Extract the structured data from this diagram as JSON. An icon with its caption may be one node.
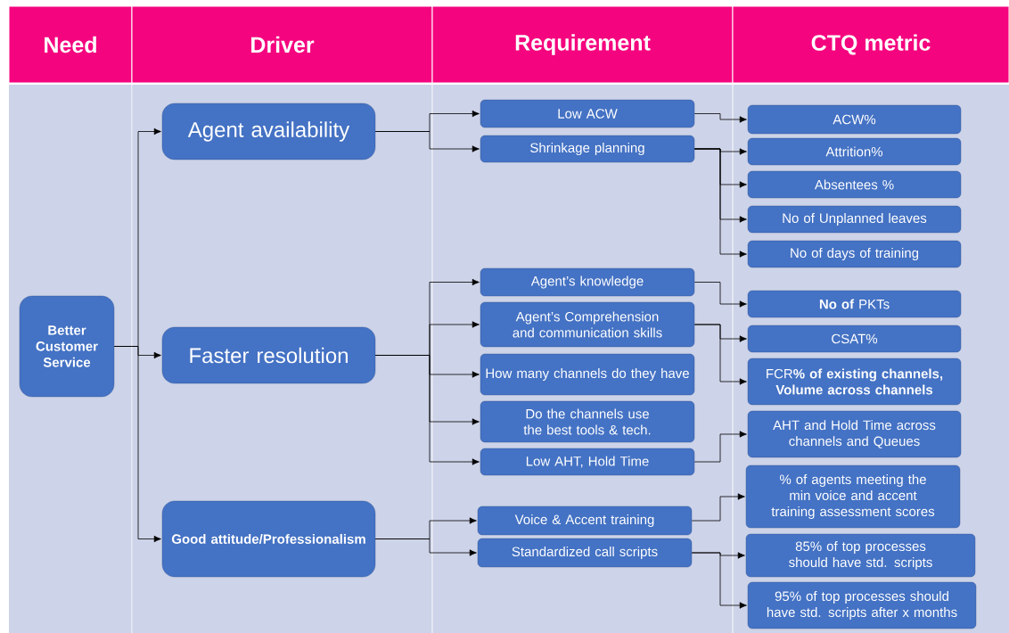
{
  "diagram": {
    "nodes": [
      {
        "text": [
          "Better Customer Service"
        ]
      },
      {
        "text": [
          "Agent availability"
        ]
      },
      {
        "text": [
          "Faster resolution"
        ]
      },
      {
        "text": [
          "Good attitude/Professionalism"
        ]
      },
      {
        "text": [
          "Low ACW"
        ]
      },
      {
        "text": [
          "Shrinkage planning"
        ]
      },
      {
        "text": [
          "Agent’s knowledge"
        ]
      },
      {
        "text": [
          "Agent’s Comprehension and communication skills"
        ]
      },
      {
        "text": [
          "How many channels do they have"
        ]
      },
      {
        "text": [
          "Do the channels use the best tools & tech."
        ]
      },
      {
        "text": [
          "Low AHT, Hold Time"
        ]
      },
      {
        "text": [
          "Voice & Accent training"
        ]
      },
      {
        "text": [
          "Standardized call scripts"
        ]
      },
      {
        "text": [
          "ACW%"
        ]
      },
      {
        "text": [
          "Attrition%"
        ]
      },
      {
        "text": [
          "Absentees %"
        ]
      },
      {
        "text": [
          "No of Unplanned leaves"
        ]
      },
      {
        "text": [
          "No of days of training"
        ]
      },
      {
        "text": [
          "**No of** PKTs"
        ]
      },
      {
        "text": [
          "CSAT%"
        ]
      },
      {
        "text": [
          "FCR**% of existing channels, Volume across channels**"
        ]
      },
      {
        "text": [
          "AHT and Hold Time across channels and Queues"
        ]
      },
      {
        "text": [
          "% of agents meeting the min voice and accent training assessment scores"
        ]
      },
      {
        "text": [
          "85% of top processes should have std. scripts"
        ]
      },
      {
        "text": [
          "95% of top processes should have std. scripts after x months"
        ]
      }
    ],
    "edges": [
      {
        "from": 0,
        "to": 1,
        "arrow": "to"
      },
      {
        "from": 0,
        "to": 2,
        "arrow": "to"
      },
      {
        "from": 0,
        "to": 3,
        "arrow": "to"
      },
      {
        "from": 1,
        "to": 4,
        "arrow": "to"
      },
      {
        "from": 1,
        "to": 5,
        "arrow": "to"
      },
      {
        "from": 2,
        "to": 6,
        "arrow": "to"
      },
      {
        "from": 2,
        "to": 7,
        "arrow": "to"
      },
      {
        "from": 2,
        "to": 8,
        "arrow": "to"
      },
      {
        "from": 2,
        "to": 9,
        "arrow": "to"
      },
      {
        "from": 2,
        "to": 10,
        "arrow": "to"
      },
      {
        "from": 3,
        "to": 11,
        "arrow": "to"
      },
      {
        "from": 3,
        "to": 12,
        "arrow": "to"
      },
      {
        "from": 4,
        "to": 13,
        "arrow": "to"
      },
      {
        "from": 5,
        "to": 14,
        "arrow": "to"
      },
      {
        "from": 5,
        "to": 15,
        "arrow": "to"
      },
      {
        "from": 5,
        "to": 16,
        "arrow": "to"
      },
      {
        "from": 5,
        "to": 17,
        "arrow": "to"
      },
      {
        "from": 6,
        "to": 18,
        "arrow": "to"
      },
      {
        "from": 7,
        "to": 19,
        "arrow": "to"
      },
      {
        "from": 7,
        "to": 20,
        "arrow": "to"
      },
      {
        "from": 10,
        "to": 21,
        "arrow": "to"
      },
      {
        "from": 11,
        "to": 22,
        "arrow": "to"
      },
      {
        "from": 12,
        "to": 23,
        "arrow": "to"
      },
      {
        "from": 12,
        "to": 24,
        "arrow": "to"
      }
    ],
    "labels": [
      "Need",
      "Driver",
      "Requirement",
      "CTQ metric"
    ]
  }
}
